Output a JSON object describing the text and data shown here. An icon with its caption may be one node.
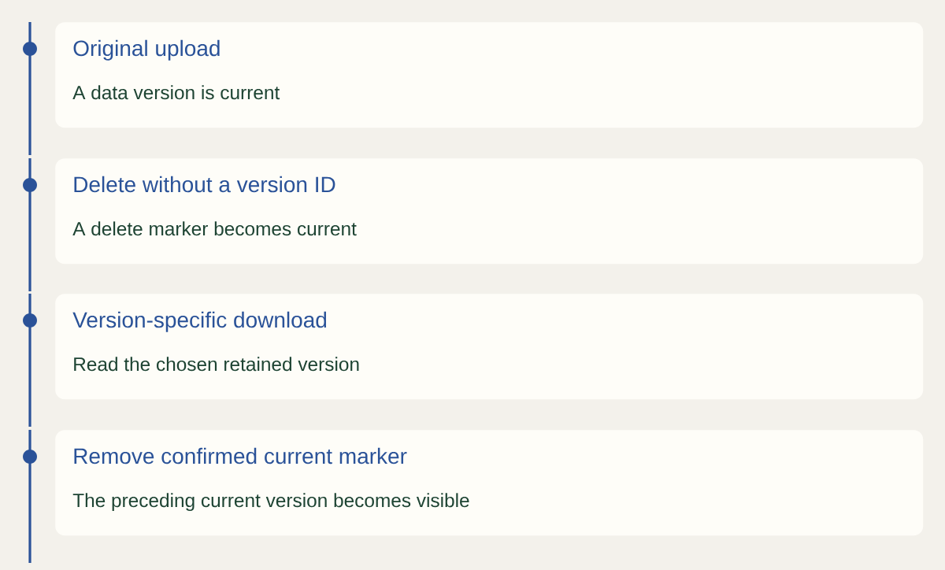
{
  "diagram": {
    "nodes": [
      {
        "text": [
          "Original upload",
          "A data version is current"
        ]
      },
      {
        "text": [
          "Delete without a version ID",
          "A delete marker becomes current"
        ]
      },
      {
        "text": [
          "Version-specific download",
          "Read the chosen retained version"
        ]
      },
      {
        "text": [
          "Remove confirmed current marker",
          "The preceding current version becomes visible"
        ]
      }
    ]
  }
}
